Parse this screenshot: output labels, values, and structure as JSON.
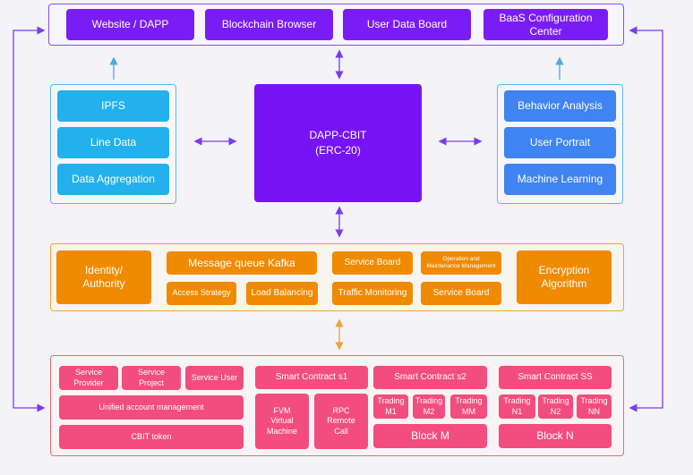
{
  "top_row": {
    "website_dapp": "Website / DAPP",
    "blockchain_browser": "Blockchain Browser",
    "user_data_board": "User Data Board",
    "baas_config": "BaaS Configuration\nCenter"
  },
  "left_panel": {
    "ipfs": "IPFS",
    "line_data": "Line Data",
    "data_aggregation": "Data Aggregation"
  },
  "center": {
    "title": "DAPP-CBIT",
    "subtitle": "(ERC-20)"
  },
  "right_panel": {
    "behavior_analysis": "Behavior Analysis",
    "user_portrait": "User Portrait",
    "machine_learning": "Machine Learning"
  },
  "middle_layer": {
    "identity_authority": "Identity/\nAuthority",
    "message_queue": "Message queue Kafka",
    "service_board_top": "Service Board",
    "operation_maintenance": "Operation and\nMaintenance Management",
    "encryption_algorithm": "Encryption\nAlgorithm",
    "access_strategy": "Access Strategy",
    "load_balancing": "Load Balancing",
    "traffic_monitoring": "Traffic Monitoring",
    "service_board_bottom": "Service Board"
  },
  "bottom_layer": {
    "service_provider": "Service Provider",
    "service_project": "Service Project",
    "service_user": "Service User",
    "unified_account": "Unified account management",
    "cbit_token": "CBIT token",
    "smart_contract_s1": "Smart Contract s1",
    "fvm": "FVM\nVirtual\nMachine",
    "rpc": "RPC\nRemote\nCall",
    "smart_contract_s2": "Smart Contract s2",
    "trading_m1": "Trading\nM1",
    "trading_m2": "Trading\nM2",
    "trading_mm": "Trading\nMM",
    "block_m": "Block M",
    "smart_contract_ss": "Smart Contract SS",
    "trading_n1": "Trading\nN1",
    "trading_n2": "Trading\nN2",
    "trading_nn": "Trading\nNN",
    "block_n": "Block N"
  },
  "colors": {
    "purple": "#7a1df5",
    "cyan": "#22b1ec",
    "blue": "#3f84f0",
    "orange": "#f08a00",
    "pink": "#f24d7e",
    "arrow_purple": "#7a3cf0",
    "arrow_blue": "#4aa9e6",
    "arrow_orange": "#f0a23a"
  }
}
